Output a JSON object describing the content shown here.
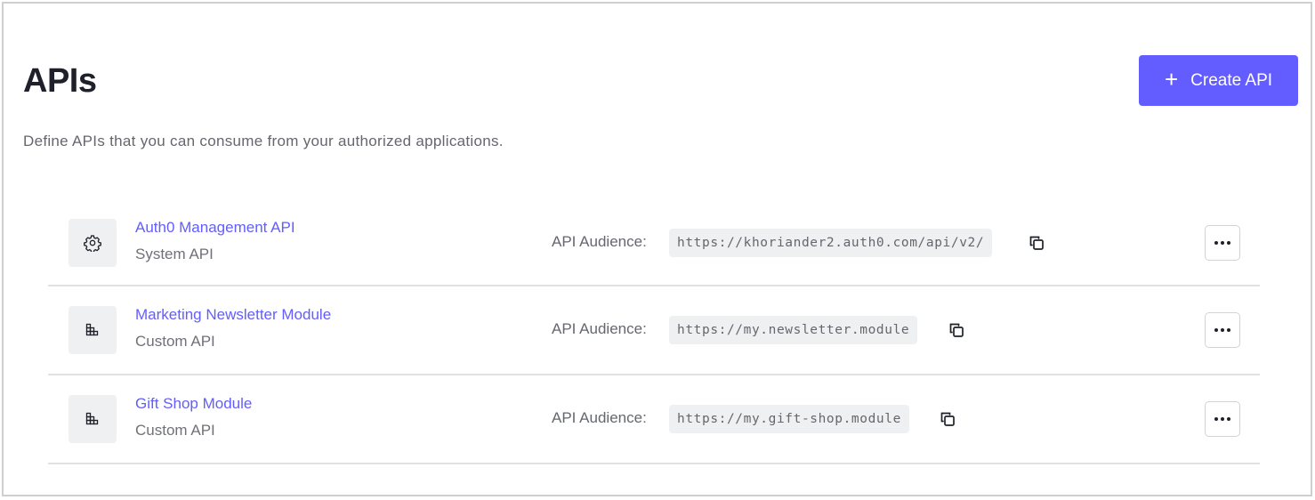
{
  "header": {
    "title": "APIs",
    "subtitle": "Define APIs that you can consume from your authorized applications.",
    "create_button": {
      "icon": "plus-icon",
      "label": "Create API"
    }
  },
  "colors": {
    "accent": "#635dff",
    "tile_bg": "#eff0f2",
    "divider": "#e1e1e3",
    "text_primary": "#1e212a",
    "text_secondary": "#65676e"
  },
  "apis": [
    {
      "name": "Auth0 Management API",
      "type": "System API",
      "icon": "gear-icon",
      "audience_label": "API Audience:",
      "audience": "https://khoriander2.auth0.com/api/v2/"
    },
    {
      "name": "Marketing Newsletter Module",
      "type": "Custom API",
      "icon": "building-blocks-icon",
      "audience_label": "API Audience:",
      "audience": "https://my.newsletter.module"
    },
    {
      "name": "Gift Shop Module",
      "type": "Custom API",
      "icon": "building-blocks-icon",
      "audience_label": "API Audience:",
      "audience": "https://my.gift-shop.module"
    }
  ]
}
